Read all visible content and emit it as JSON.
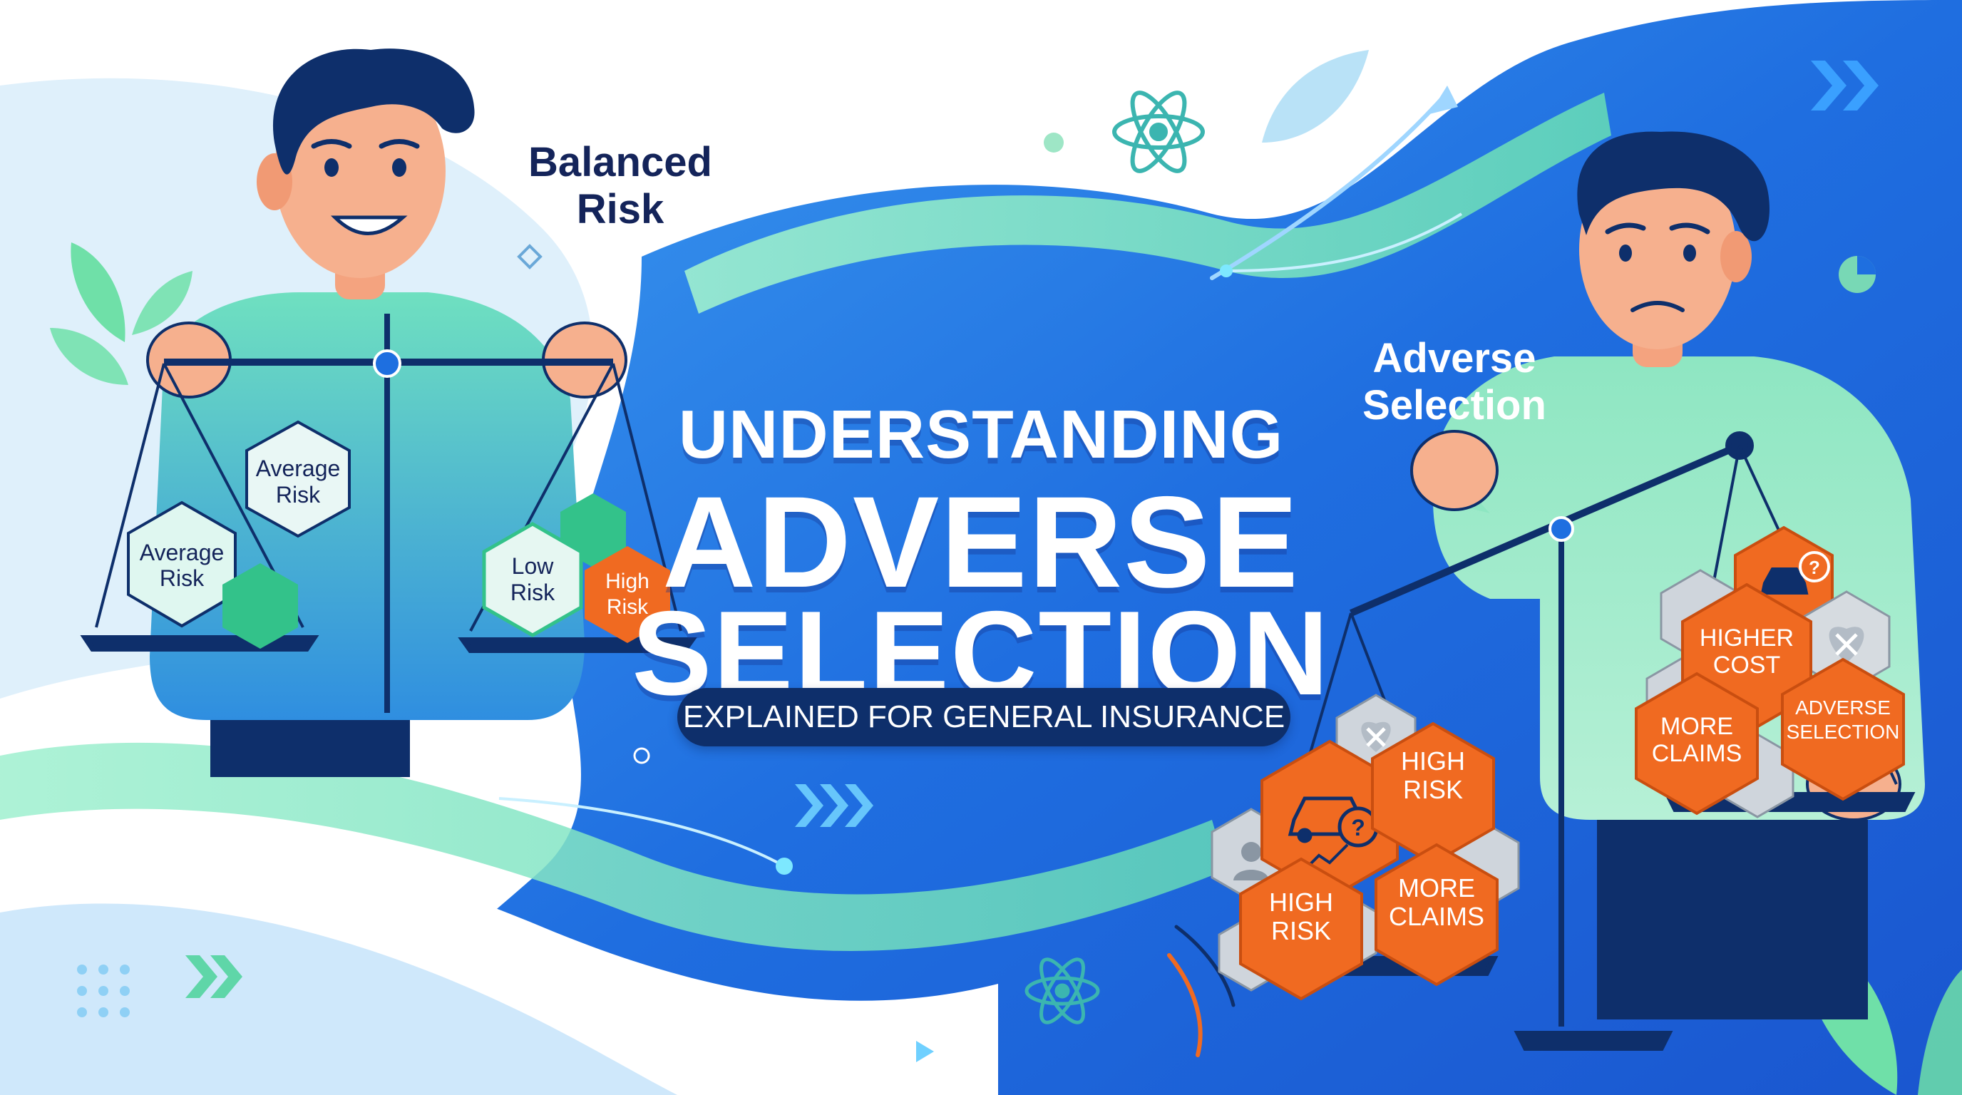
{
  "title": {
    "line1": "UNDERSTANDING",
    "line2": "ADVERSE",
    "line3": "SELECTION",
    "subtitle": "EXPLAINED FOR GENERAL INSURANCE"
  },
  "left_panel": {
    "label_line1": "Balanced",
    "label_line2": "Risk",
    "hexes": [
      {
        "line1": "Average",
        "line2": "Risk"
      },
      {
        "line1": "Average",
        "line2": "Risk"
      },
      {
        "line1": "Low",
        "line2": "Risk"
      },
      {
        "line1": "High",
        "line2": "Risk"
      }
    ]
  },
  "right_panel": {
    "label_line1": "Adverse",
    "label_line2": "Selection",
    "hexes_lower": [
      {
        "line1": "HIGH",
        "line2": "RISK"
      },
      {
        "line1": "HIGH",
        "line2": "RISK"
      },
      {
        "line1": "MORE",
        "line2": "CLAIMS"
      }
    ],
    "hexes_upper": [
      {
        "line1": "HIGHER",
        "line2": "COST"
      },
      {
        "line1": "MORE",
        "line2": "CLAIMS"
      },
      {
        "line1": "ADVERSE",
        "line2": "SELECTION"
      }
    ],
    "badge_symbol": "?"
  },
  "colors": {
    "blue_dark": "#0e2f6b",
    "blue_main": "#1e6fe0",
    "blue_light": "#4aa3f0",
    "mint": "#7fe3b8",
    "orange": "#f06a21",
    "navy_text": "#14245a"
  }
}
